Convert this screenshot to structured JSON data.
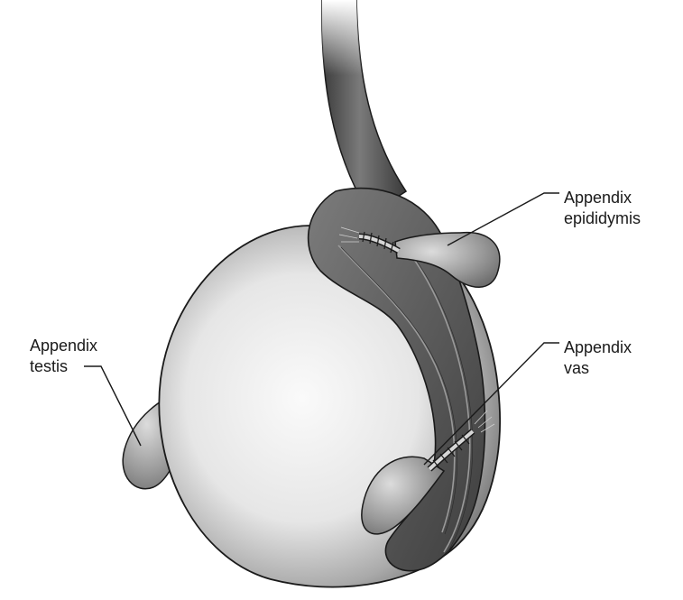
{
  "labels": {
    "appendix_epididymis": {
      "line1": "Appendix",
      "line2": "epididymis"
    },
    "appendix_testis": {
      "line1": "Appendix",
      "line2": "testis"
    },
    "appendix_vas": {
      "line1": "Appendix",
      "line2": "vas"
    }
  },
  "colors": {
    "testis_light": "#f2f2f2",
    "testis_mid": "#b8b8b8",
    "testis_dark": "#6e6e6e",
    "epididymis_dark": "#4a4a4a",
    "epididymis_mid": "#6f6f6f",
    "outline": "#1a1a1a",
    "leader_line": "#1a1a1a"
  }
}
